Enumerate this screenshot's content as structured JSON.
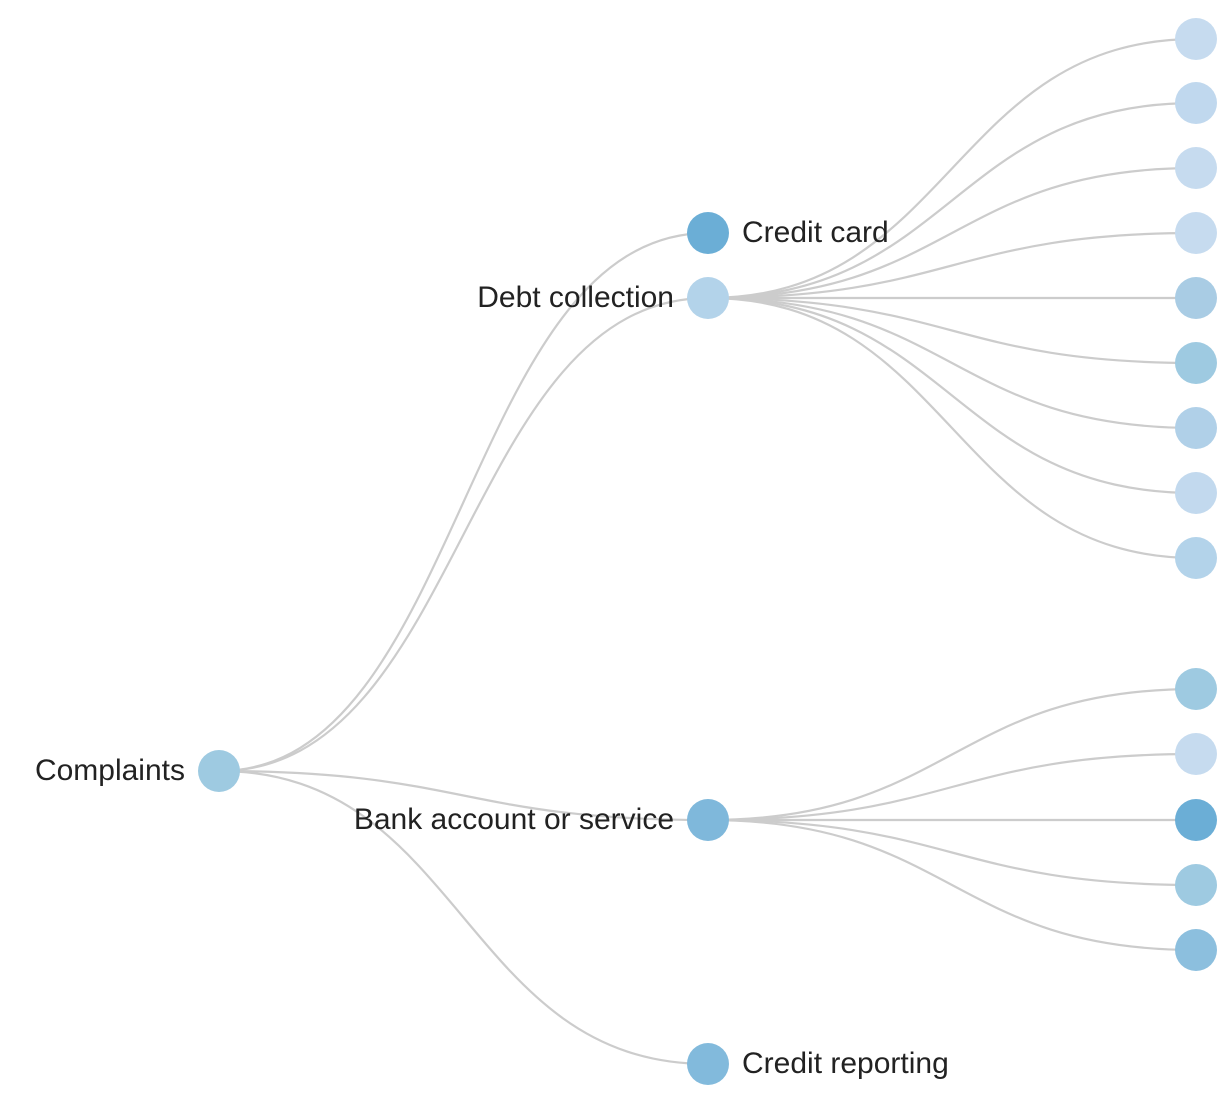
{
  "tree": {
    "root": {
      "id": "root",
      "label": "Complaints",
      "color": "#9ecae1",
      "children": [
        {
          "id": "credit-card",
          "label": "Credit card",
          "color": "#6baed6",
          "children": []
        },
        {
          "id": "debt-collection",
          "label": "Debt collection",
          "color": "#b3d3ea",
          "children": [
            {
              "id": "dc-leaf-1",
              "label": "",
              "color": "#c6dbef"
            },
            {
              "id": "dc-leaf-2",
              "label": "",
              "color": "#c0d8ee"
            },
            {
              "id": "dc-leaf-3",
              "label": "",
              "color": "#c6dbef"
            },
            {
              "id": "dc-leaf-4",
              "label": "",
              "color": "#c6dbef"
            },
            {
              "id": "dc-leaf-5",
              "label": "",
              "color": "#a9cce4"
            },
            {
              "id": "dc-leaf-6",
              "label": "",
              "color": "#9ecae1"
            },
            {
              "id": "dc-leaf-7",
              "label": "",
              "color": "#b0d0e8"
            },
            {
              "id": "dc-leaf-8",
              "label": "",
              "color": "#c2d9ee"
            },
            {
              "id": "dc-leaf-9",
              "label": "",
              "color": "#b3d3ea"
            }
          ]
        },
        {
          "id": "bank-account",
          "label": "Bank account or service",
          "color": "#7fb8db",
          "children": [
            {
              "id": "ba-leaf-1",
              "label": "",
              "color": "#9ecae1"
            },
            {
              "id": "ba-leaf-2",
              "label": "",
              "color": "#c6dbef"
            },
            {
              "id": "ba-leaf-3",
              "label": "",
              "color": "#6baed6"
            },
            {
              "id": "ba-leaf-4",
              "label": "",
              "color": "#9ecae1"
            },
            {
              "id": "ba-leaf-5",
              "label": "",
              "color": "#8cbfde"
            }
          ]
        },
        {
          "id": "credit-reporting",
          "label": "Credit reporting",
          "color": "#82badc",
          "children": []
        }
      ]
    }
  },
  "style": {
    "link_color": "#cccccc",
    "label_color": "#222222"
  }
}
